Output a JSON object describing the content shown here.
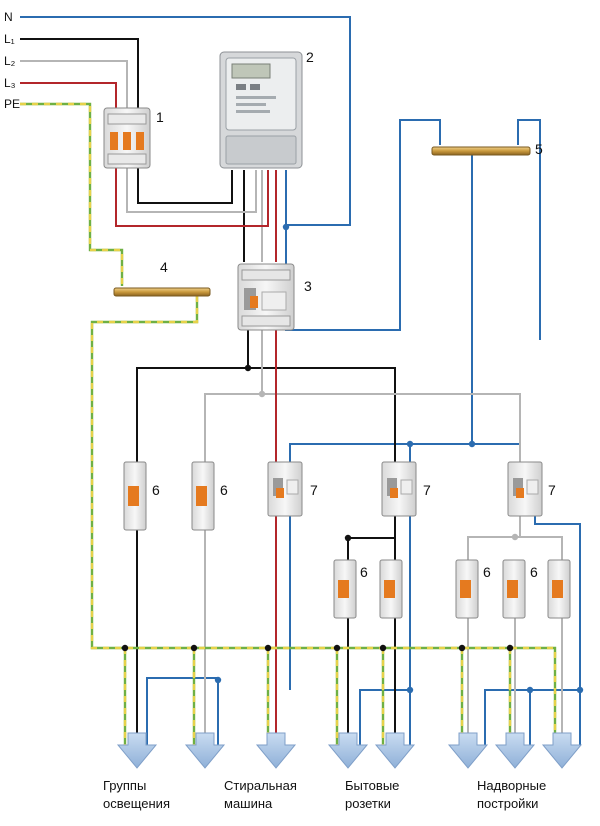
{
  "wire_labels": {
    "n": "N",
    "l1": "L₁",
    "l2": "L₂",
    "l3": "L₃",
    "pe": "PE"
  },
  "component_numbers": {
    "c1": "1",
    "c2": "2",
    "c3": "3",
    "c4": "4",
    "c5": "5",
    "b1": "6",
    "b2": "6",
    "b3": "6",
    "b4": "6",
    "b5": "6",
    "r1": "7",
    "r2": "7",
    "r3": "7"
  },
  "captions": {
    "lighting": [
      "Группы",
      "освещения"
    ],
    "washer": [
      "Стиральная",
      "машина"
    ],
    "sockets": [
      "Бытовые",
      "розетки"
    ],
    "outbuildings": [
      "Надворные",
      "постройки"
    ]
  },
  "colors": {
    "neutral": "#2b6cb0",
    "phase_black": "#111111",
    "phase_grey": "#b5b5b5",
    "phase_red": "#b3262b",
    "pe_green": "#6fb043",
    "pe_yellow": "#e7d24a",
    "brass": "#c79a3a",
    "arrow": "#a9c4e4"
  }
}
